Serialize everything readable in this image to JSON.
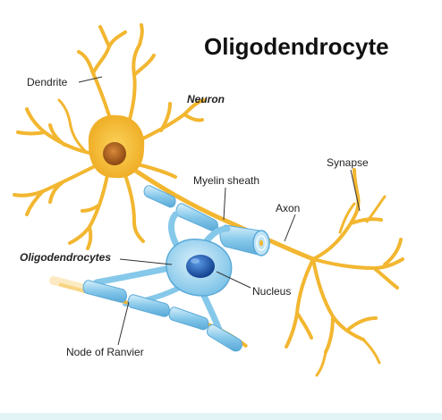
{
  "title": "Oligodendrocyte",
  "labels": {
    "dendrite": "Dendrite",
    "neuron": "Neuron",
    "myelin_sheath": "Myelin sheath",
    "synapse": "Synapse",
    "axon": "Axon",
    "oligodendrocytes": "Oligodendrocytes",
    "nucleus": "Nucleus",
    "node_of_ranvier": "Node of Ranvier"
  },
  "colors": {
    "neuron_body": "#f2b630",
    "neuron_soma_glow": "#f7c640",
    "neuron_nucleus": "#b5651d",
    "myelin": "#7cc3e8",
    "myelin_light": "#bfe4f7",
    "oligo_nucleus": "#1d5fb8",
    "text": "#222222",
    "footer_strip": "#e3f4f6"
  }
}
